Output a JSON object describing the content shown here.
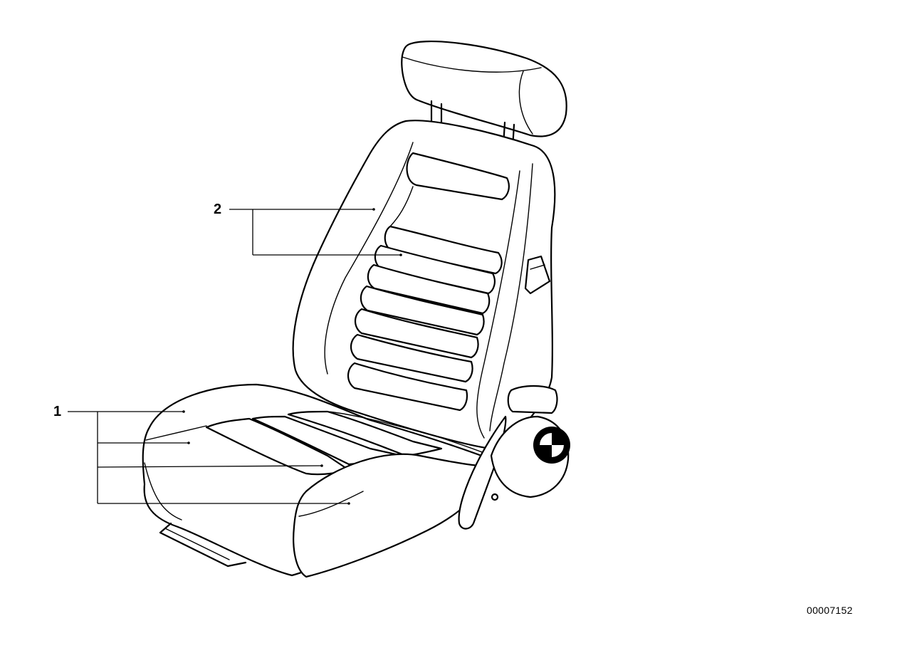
{
  "callouts": [
    {
      "number": "1"
    },
    {
      "number": "2"
    }
  ],
  "diagram_id": "00007152",
  "colors": {
    "ink": "#000000",
    "background": "#ffffff"
  },
  "emblem": "bmw-roundel-icon"
}
